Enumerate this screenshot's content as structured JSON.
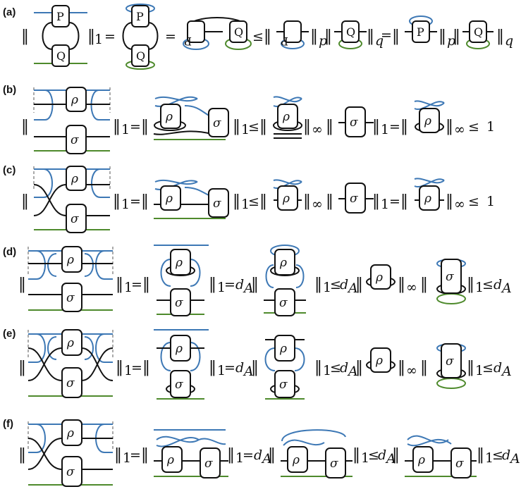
{
  "panels": [
    {
      "id": "a",
      "label": "(a)"
    },
    {
      "id": "b",
      "label": "(b)"
    },
    {
      "id": "c",
      "label": "(c)"
    },
    {
      "id": "d",
      "label": "(d)"
    },
    {
      "id": "e",
      "label": "(e)"
    },
    {
      "id": "f",
      "label": "(f)"
    }
  ],
  "symbols": {
    "rho": "ρ",
    "sigma": "σ",
    "P": "P",
    "Q": "Q"
  },
  "relations": {
    "eq": "=",
    "le": "≤"
  },
  "norms": {
    "one": "1",
    "p": "p",
    "q": "q",
    "inf": "∞",
    "dA": "d",
    "dA_sub": "A",
    "bound_one": "1"
  },
  "colors": {
    "blue_wire": "#3d78b5",
    "green_wire": "#4e8a2c",
    "black_wire": "#111111",
    "dashed": "#aaaaaa"
  }
}
